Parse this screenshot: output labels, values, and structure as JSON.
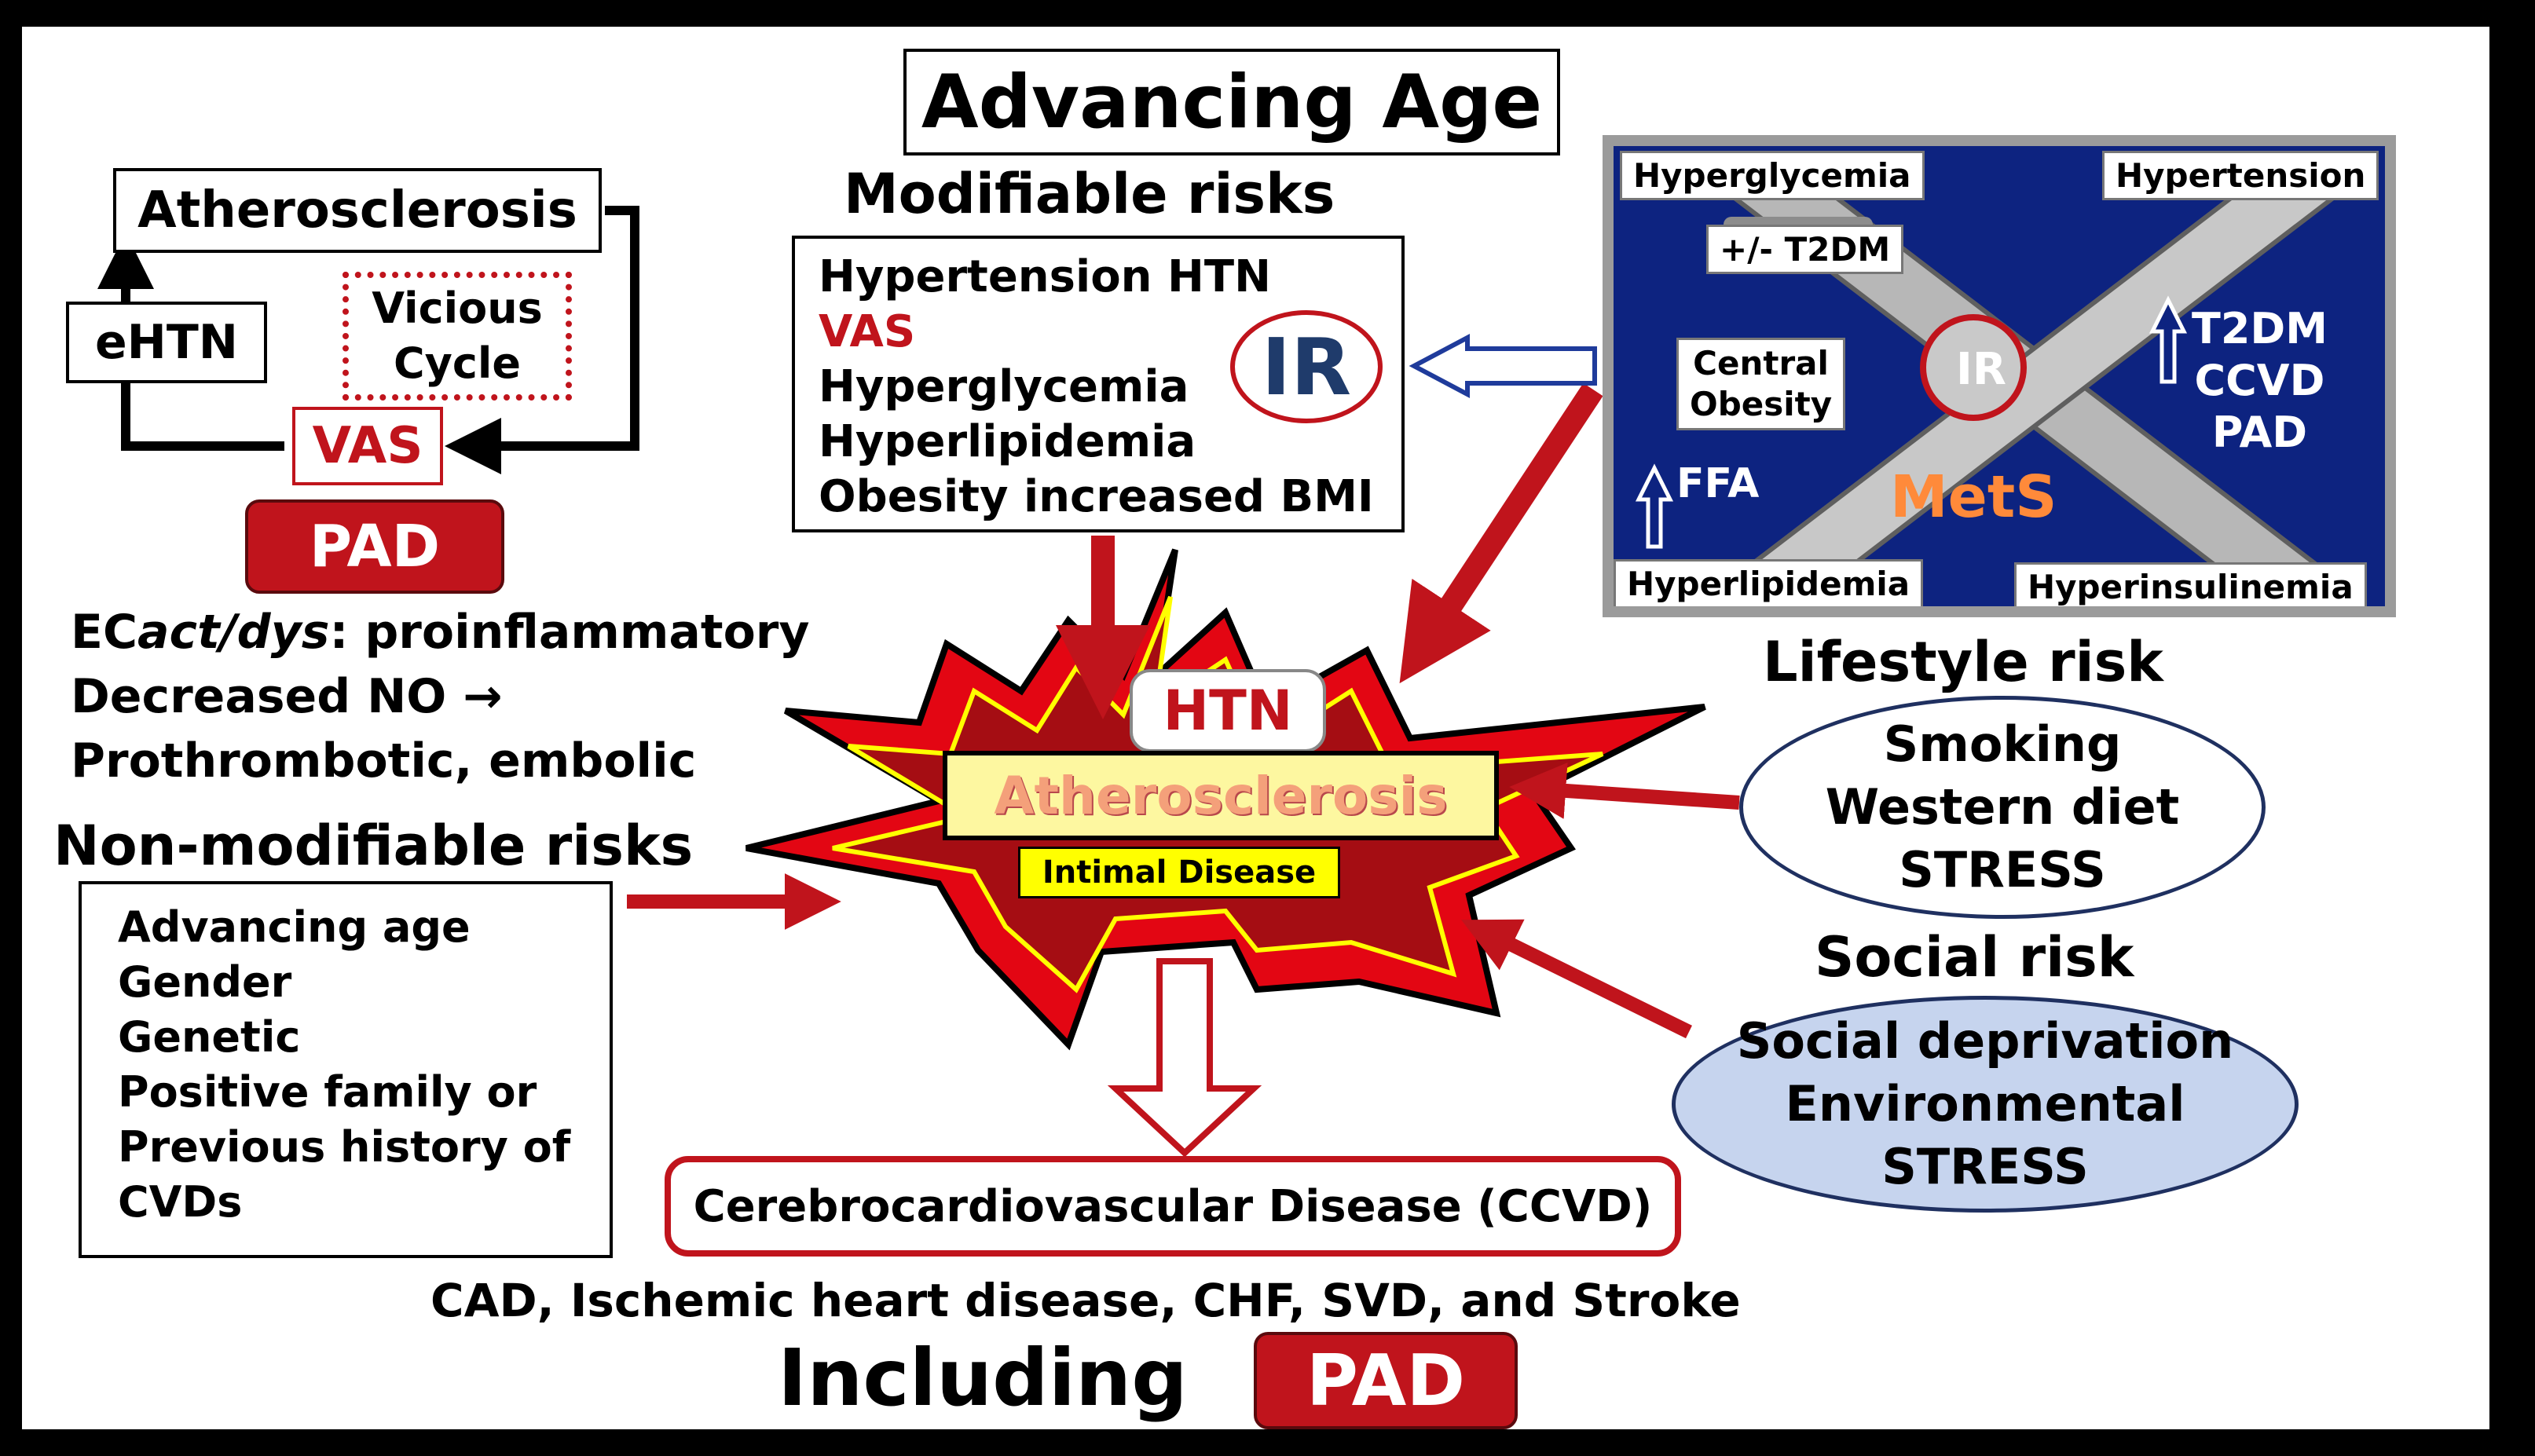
{
  "title": "Advancing Age",
  "modifiable": {
    "heading": "Modifiable risks",
    "items": [
      "Hypertension HTN",
      "VAS",
      "Hyperglycemia",
      "Hyperlipidemia",
      "Obesity increased BMI"
    ],
    "ir": "IR"
  },
  "vicious": {
    "atherosclerosis": "Atherosclerosis",
    "ehtn": "eHTN",
    "vicious_cycle": [
      "Vicious",
      "Cycle"
    ],
    "vas": "VAS",
    "pad": "PAD"
  },
  "ec_lines": [
    "ECact/dys: proinflammatory",
    "Decreased NO →",
    "Prothrombotic, embolic"
  ],
  "ec_italic": "act/dys",
  "non_modifiable": {
    "heading": "Non-modifiable risks",
    "items": [
      "Advancing age",
      "Gender",
      "Genetic",
      "Positive family or",
      "Previous history of",
      "CVDs"
    ]
  },
  "mets": {
    "hyperglycemia": "Hyperglycemia",
    "hypertension": "Hypertension",
    "t2dm": "+/- T2DM",
    "central_obesity": [
      "Central",
      "Obesity"
    ],
    "ffa": "FFA",
    "ir": "IR",
    "mets": "MetS",
    "right": [
      "T2DM",
      "CCVD",
      "PAD"
    ],
    "hyperlipidemia": "Hyperlipidemia",
    "hyperinsulinemia": "Hyperinsulinemia"
  },
  "center": {
    "htn": "HTN",
    "atherosclerosis": "Atherosclerosis",
    "intimal": "Intimal Disease"
  },
  "lifestyle": {
    "heading": "Lifestyle risk",
    "items": [
      "Smoking",
      "Western diet",
      "STRESS"
    ]
  },
  "social": {
    "heading": "Social risk",
    "items": [
      "Social deprivation",
      "Environmental",
      "STRESS"
    ]
  },
  "ccvd": "Cerebrocardiovascular Disease (CCVD)",
  "outcomes": "CAD, Ischemic heart disease, CHF, SVD, and Stroke",
  "including": "Including",
  "including_pad": "PAD",
  "colors": {
    "red": "#c0141c",
    "dark_red": "#a50d13",
    "yellow": "#ffff00",
    "light_yellow": "#fdf7a0",
    "navy": "#0d2380",
    "light_blue": "#c6d4ee"
  }
}
